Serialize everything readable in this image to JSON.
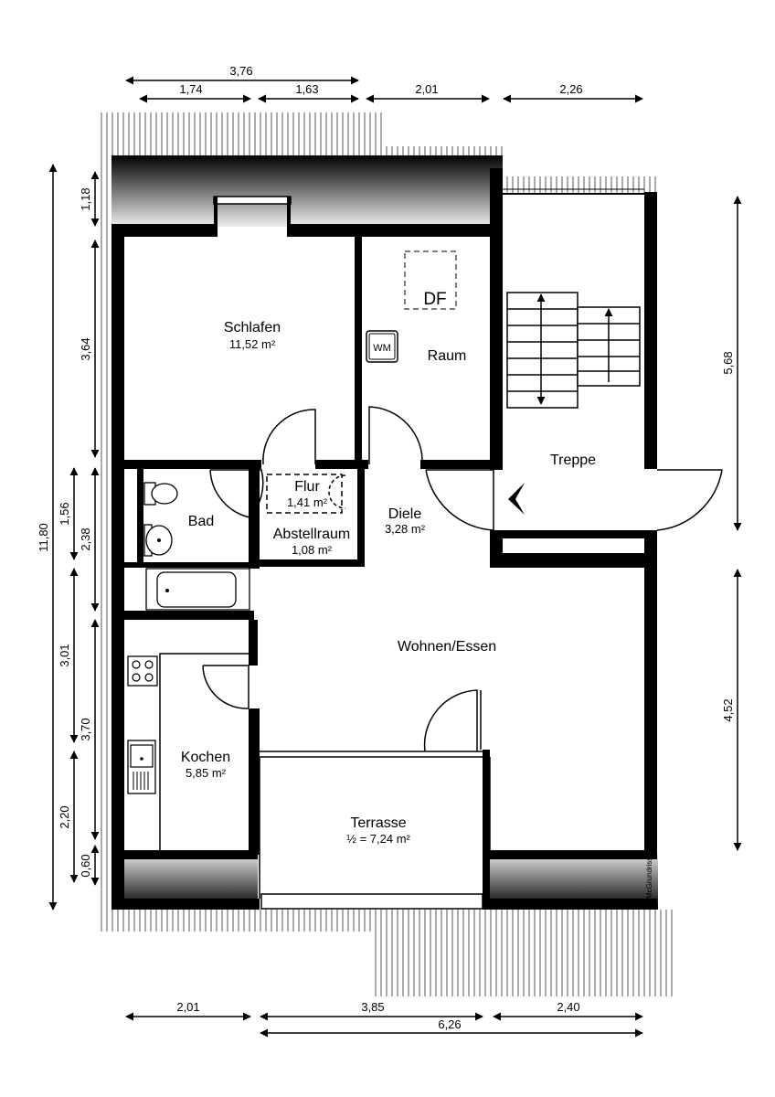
{
  "rooms": {
    "schlafen": {
      "name": "Schlafen",
      "area": "11,52 m²"
    },
    "raum": {
      "name": "Raum"
    },
    "df": {
      "label": "DF"
    },
    "wm": {
      "label": "WM"
    },
    "treppe": {
      "name": "Treppe"
    },
    "flur": {
      "name": "Flur",
      "area": "1,41 m²"
    },
    "bad": {
      "name": "Bad"
    },
    "abstellraum": {
      "name": "Abstellraum",
      "area": "1,08 m²"
    },
    "diele": {
      "name": "Diele",
      "area": "3,28 m²"
    },
    "wohnen": {
      "name": "Wohnen/Essen"
    },
    "kochen": {
      "name": "Kochen",
      "area": "5,85 m²"
    },
    "terrasse": {
      "name": "Terrasse",
      "area": "½ = 7,24 m²"
    }
  },
  "dimensions": {
    "top": [
      "3,76",
      "1,74",
      "1,63",
      "2,01",
      "2,26"
    ],
    "bottom": [
      "2,01",
      "3,85",
      "2,40",
      "6,26"
    ],
    "left_outer": "11,80",
    "left_mid": [
      "1,18",
      "3,64",
      "1,56",
      "3,01",
      "2,20",
      "0,60"
    ],
    "left_inner": [
      "2,38",
      "3,70"
    ],
    "right": [
      "5,68",
      "4,52"
    ]
  },
  "watermark": "McGrundriss"
}
